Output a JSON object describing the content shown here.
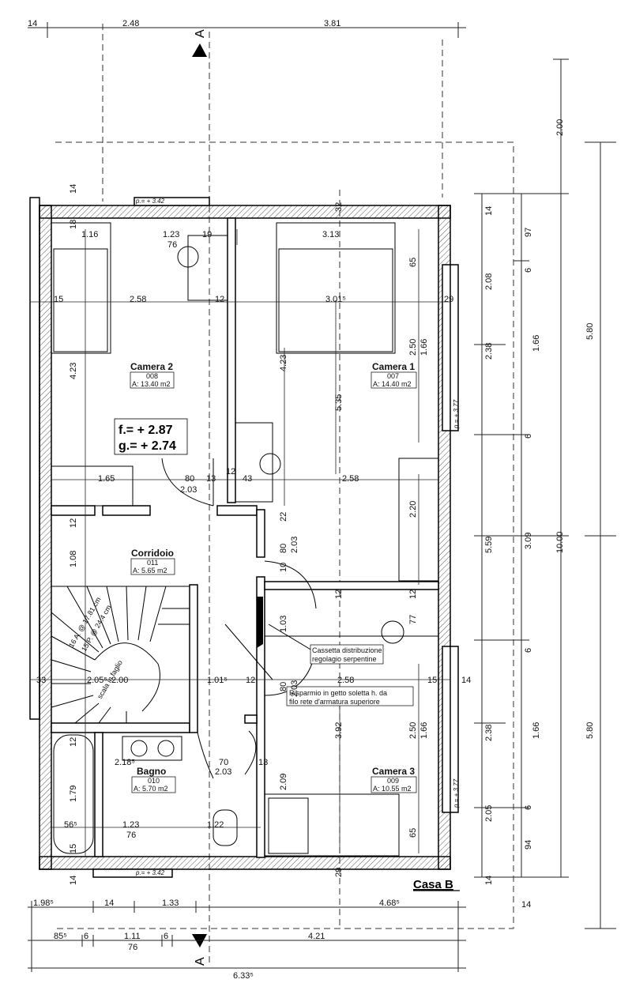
{
  "title": {
    "casa": "Casa B"
  },
  "rooms": {
    "camera2": {
      "name": "Camera 2",
      "code": "008",
      "area": "A: 13.40 m2"
    },
    "camera1": {
      "name": "Camera 1",
      "code": "007",
      "area": "A: 14.40 m2"
    },
    "corridoio": {
      "name": "Corridoio",
      "code": "011",
      "area": "A: 5.65 m2"
    },
    "bagno": {
      "name": "Bagno",
      "code": "010",
      "area": "A: 5.70 m2"
    },
    "camera3": {
      "name": "Camera 3",
      "code": "009",
      "area": "A: 10.55 m2"
    }
  },
  "levels": {
    "f": "f.= + 2.87",
    "g": "g.= + 2.74",
    "p_top": "p.= + 3.42",
    "p_bottom": "p.= + 3.42",
    "p_right1": "p.= + 3.77",
    "p_right2": "p.= + 3.77"
  },
  "notes": {
    "cassetta_line1": "Cassetta distribuzione",
    "cassetta_line2": "regolagio serpentine",
    "risparmio_line1": "Risparmio in getto soletta h. da",
    "risparmio_line2": "filo rete d'armatura superiore",
    "stair1": "16 A. @ 17.81 cm",
    "stair2": "15 P. @ 24.4 cm",
    "stair3": "scala in faglio"
  },
  "section": {
    "a": "A"
  },
  "dims_top": {
    "a": "2.48",
    "b": "3.81",
    "c": "14"
  },
  "dims_interior": {
    "d116": "1.16",
    "d123a": "1.23",
    "d19": "19",
    "d76a": "76",
    "d313": "3.13",
    "d18": "18",
    "d32": "32",
    "d65a": "65",
    "d15a": "15",
    "d258a": "2.58",
    "d12a": "12",
    "d3015": "3.01⁵",
    "d29a": "29",
    "d423a": "4.23",
    "d423b": "4.23",
    "d535": "5.35",
    "d250a": "2.50",
    "d166a": "1.66",
    "d165": "1.65",
    "d80a": "80",
    "d13a": "13",
    "d12b": "12",
    "d43": "43",
    "d258b": "2.58",
    "d203a": "2.03",
    "d220": "2.20",
    "d12c": "12",
    "d22": "22",
    "d108": "1.08",
    "d80b": "80",
    "d10": "10",
    "d203b": "2.03",
    "d12d": "12",
    "d12e": "12",
    "d103": "1.03",
    "d77": "77",
    "d2055": "2.05⁵",
    "d33": "33",
    "d200": "2.00",
    "d1015": "1.01⁵",
    "d12f": "12",
    "d80c": "80",
    "d203c": "2.03",
    "d258c": "2.58",
    "d15b": "15",
    "d14a": "14",
    "d392": "3.92",
    "d250b": "2.50",
    "d166b": "1.66",
    "d12g": "12",
    "d2185": "2.18⁵",
    "d70": "70",
    "d203d": "2.03",
    "d13b": "13",
    "d179": "1.79",
    "d209": "2.09",
    "d565": "56⁵",
    "d123b": "1.23",
    "d76b": "76",
    "d122": "1.22",
    "d15c": "15",
    "d65b": "65",
    "d14b": "14",
    "d29b": "29"
  },
  "dims_right": {
    "r14a": "14",
    "r208": "2.08",
    "r238a": "2.38",
    "r559": "5.59",
    "r238b": "2.38",
    "r205": "2.05",
    "r14b": "14",
    "r97": "97",
    "r6a": "6",
    "r166a": "1.66",
    "r6b": "6",
    "r309": "3.09",
    "r6c": "6",
    "r166b": "1.66",
    "r6d": "6",
    "r94": "94",
    "r200": "2.00",
    "r1000": "10.00",
    "r14c": "14",
    "r580a": "5.80",
    "r580b": "5.80"
  },
  "dims_bottom": {
    "b1985": "1.98⁵",
    "b14": "14",
    "b133": "1.33",
    "b4685": "4.68⁵",
    "b855": "85⁵",
    "b6a": "6",
    "b111": "1.11",
    "b76": "76",
    "b6b": "6",
    "b421": "4.21",
    "b6335": "6.33⁵"
  }
}
